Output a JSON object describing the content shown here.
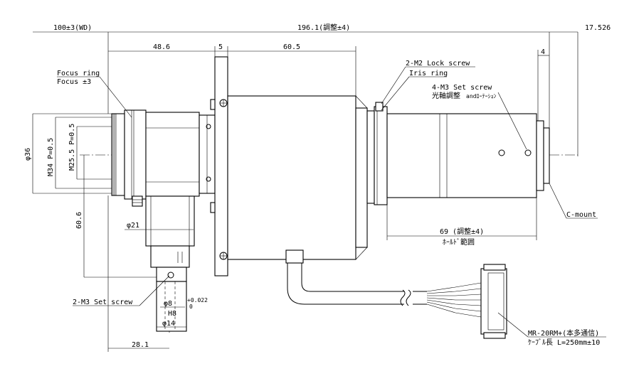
{
  "dimensions": {
    "wd": "100±3(WD)",
    "total": "196.1(調整±4)",
    "right_offset": "17.526",
    "d48": "48.6",
    "d5": "5",
    "d60_5": "60.5",
    "d4": "4",
    "phi36": "φ36",
    "m34": "M34 P=0.5",
    "m25": "M25.5 P=0.5",
    "h60_6": "60.6",
    "phi21": "φ21",
    "phi8": "φ8",
    "h8": "H8",
    "tol_upper": "+0.022",
    "tol_lower": "0",
    "phi14": "φ14",
    "d28": "28.1",
    "d69": "69 (調整±4)",
    "hold_range": "ﾎｰﾙﾄﾞ範囲"
  },
  "labels": {
    "focus_ring": "Focus ring",
    "focus_adj": "Focus ±3",
    "lock_screw": "2-M2 Lock screw",
    "iris_ring": "Iris ring",
    "set_screw_4": "4-M3 Set screw",
    "optical_axis": "光軸調整",
    "and_rotation": "andﾛｰﾃｰｼｮﾝ",
    "set_screw_2": "2-M3 Set screw",
    "c_mount": "C-mount",
    "connector": "MR-20RM+(本多通信)",
    "cable_len": "ｹｰﾌﾞﾙ長 L=250mm±10"
  },
  "colors": {
    "line": "#000000",
    "background": "#ffffff"
  }
}
